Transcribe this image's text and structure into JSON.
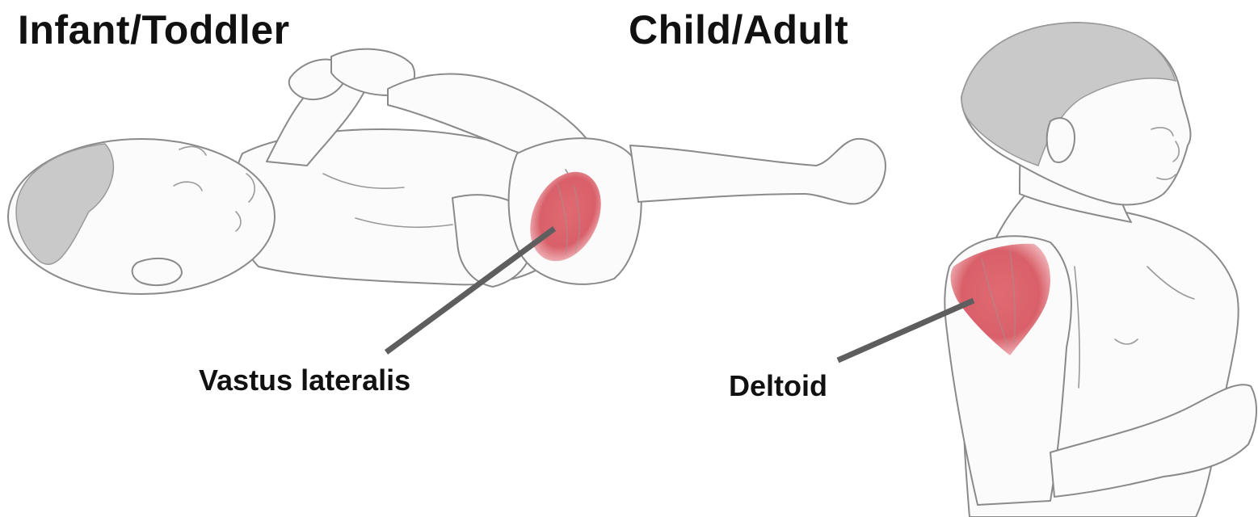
{
  "diagram": {
    "panels": [
      {
        "title": "Infant/Toddler",
        "site_label": "Vastus lateralis"
      },
      {
        "title": "Child/Adult",
        "site_label": "Deltoid"
      }
    ],
    "colors": {
      "muscle": "#d9606a",
      "pointer_line": "#5e5e5e",
      "outline": "#8a8a8a",
      "text": "#111111"
    }
  }
}
